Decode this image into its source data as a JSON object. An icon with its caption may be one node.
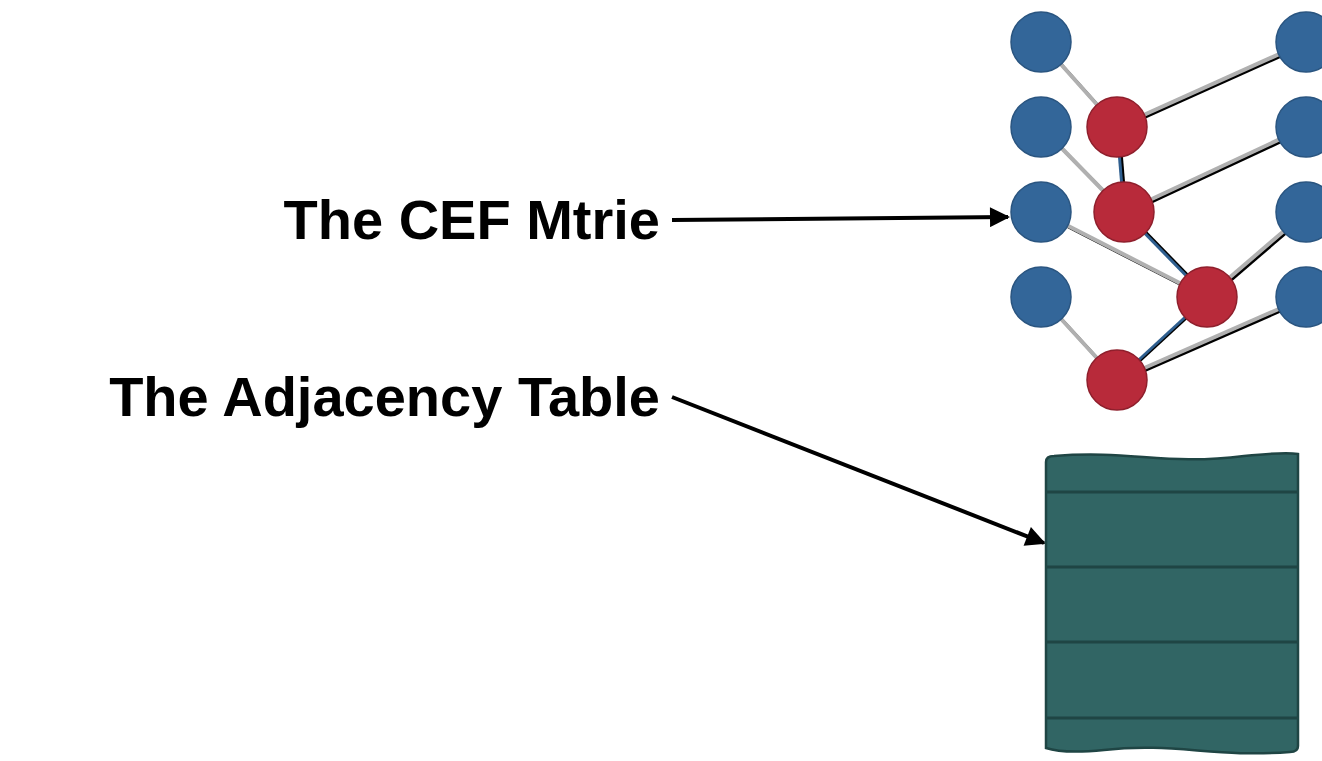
{
  "diagram": {
    "nodes": [
      {
        "text": [
          "The CEF Mtrie"
        ]
      },
      {
        "text": [
          "The Adjacency Table"
        ]
      },
      {
        "text": [],
        "shape": "picture"
      },
      {
        "text": [],
        "shape": "box"
      }
    ],
    "edges": [
      {
        "from": 0,
        "to": 2,
        "arrow": "to"
      },
      {
        "from": 1,
        "to": 3,
        "arrow": "to"
      }
    ]
  }
}
